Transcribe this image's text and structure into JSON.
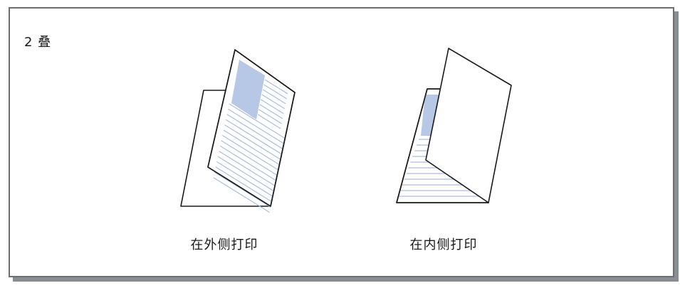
{
  "diagram": {
    "heading": "2 叠",
    "options": [
      {
        "id": "outside",
        "label": "在外侧打印"
      },
      {
        "id": "inside",
        "label": "在内侧打印"
      }
    ]
  },
  "colors": {
    "frame_border": "#6e6e6e",
    "frame_shadow": "#8a8d94",
    "image_block": "#b6c8e6",
    "text_line": "#a9bde0",
    "stroke": "#1a1a1a"
  }
}
